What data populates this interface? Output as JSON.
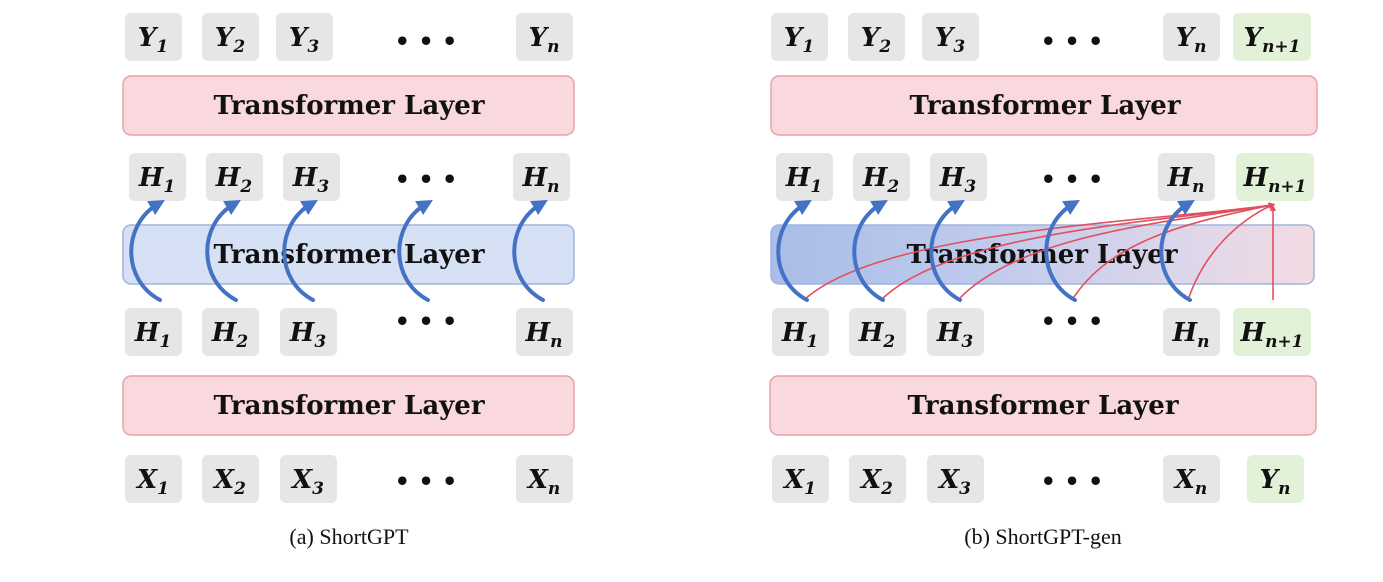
{
  "panels": [
    {
      "caption": "(a) ShortGPT",
      "layers": [
        "Transformer Layer",
        "Transformer Layer",
        "Transformer Layer"
      ],
      "rows": {
        "Y": [
          "Y",
          "Y",
          "Y",
          "Y"
        ],
        "H_top": [
          "H",
          "H",
          "H",
          "H"
        ],
        "H_bottom": [
          "H",
          "H",
          "H",
          "H"
        ],
        "X": [
          "X",
          "X",
          "X",
          "X"
        ]
      },
      "subscripts": [
        "1",
        "2",
        "3",
        "n"
      ],
      "ellipsis": "• • •"
    },
    {
      "caption": "(b) ShortGPT-gen",
      "layers": [
        "Transformer Layer",
        "Transformer Layer",
        "Transformer Layer"
      ],
      "rows": {
        "Y": [
          "Y",
          "Y",
          "Y",
          "Y",
          "Y"
        ],
        "H_top": [
          "H",
          "H",
          "H",
          "H",
          "H"
        ],
        "H_bottom": [
          "H",
          "H",
          "H",
          "H",
          "H"
        ],
        "X": [
          "X",
          "X",
          "X",
          "X",
          "Y"
        ]
      },
      "subscripts": [
        "1",
        "2",
        "3",
        "n",
        "n+1"
      ],
      "x_last_subscript": "n",
      "ellipsis": "• • •"
    }
  ],
  "colors": {
    "token_fill": "#e6e6e6",
    "token_new_fill": "#e2f2d9",
    "layer_pink_fill": "#f9d9de",
    "layer_pink_stroke": "#e8a1ab",
    "layer_blue_fill": "#d7e1f5",
    "layer_blue_stroke": "#9fb5df",
    "arrow_blue": "#4472c4",
    "arrow_red": "#e0505f"
  }
}
